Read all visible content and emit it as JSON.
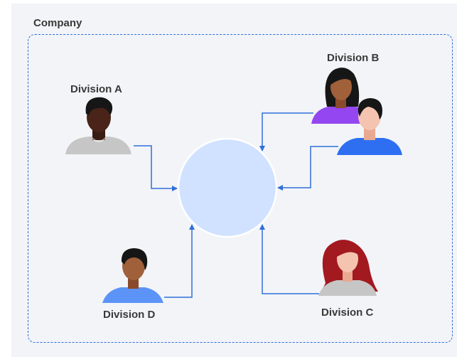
{
  "company": {
    "label": "Company"
  },
  "divisions": {
    "a": {
      "label": "Division A"
    },
    "b": {
      "label": "Division B"
    },
    "c": {
      "label": "Division C"
    },
    "d": {
      "label": "Division D"
    }
  },
  "colors": {
    "background": "#f2f4f8",
    "frame": "#2f6fd8",
    "arrow": "#2f6fd8",
    "hub_fill": "#d0e2ff",
    "hub_stroke": "#ffffff",
    "shirt_gray": "#c6c6c6",
    "shirt_blue": "#2e6ff2",
    "shirt_purple": "#9446f0",
    "hair_red": "#a2191f"
  }
}
